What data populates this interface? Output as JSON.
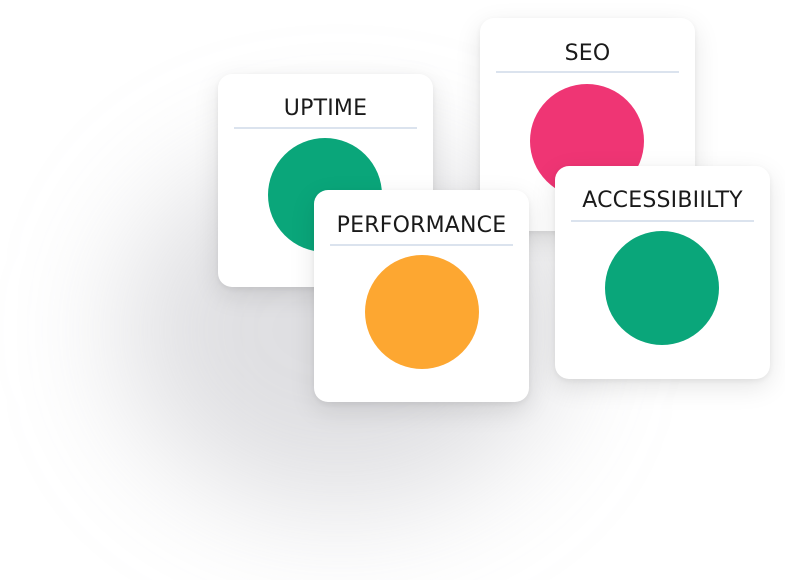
{
  "cards": [
    {
      "id": "uptime",
      "title": "UPTIME",
      "status_color": "#0aa67a"
    },
    {
      "id": "seo",
      "title": "SEO",
      "status_color": "#ef3574"
    },
    {
      "id": "performance",
      "title": "PERFORMANCE",
      "status_color": "#fda731"
    },
    {
      "id": "accessibility",
      "title": "ACCESSIBIILTY",
      "status_color": "#0aa67a"
    }
  ]
}
